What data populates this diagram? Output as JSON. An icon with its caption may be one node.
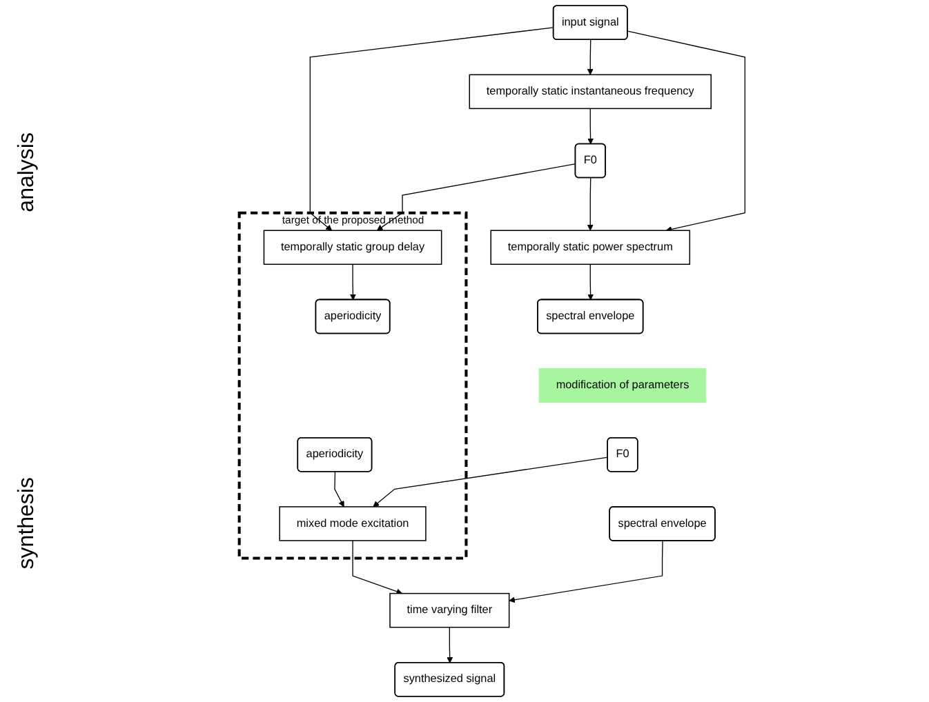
{
  "diagram": {
    "nodes": [
      {
        "text": [
          "input signal"
        ]
      },
      {
        "text": [
          "target of the proposed method"
        ]
      },
      {
        "text": [
          "temporally static group delay"
        ],
        "in": 1
      },
      {
        "text": [
          "temporally static instantaneous frequency"
        ]
      },
      {
        "text": [
          "temporally static power spectrum"
        ]
      },
      {
        "text": [
          "aperiodicity"
        ],
        "in": 1
      },
      {
        "text": [
          "F0"
        ]
      },
      {
        "text": [
          "spectral envelope"
        ]
      },
      {
        "text": [
          "modification of parameters"
        ]
      },
      {
        "text": [
          "aperiodicity"
        ],
        "in": 1
      },
      {
        "text": [
          "F0"
        ]
      },
      {
        "text": [
          "spectral envelope"
        ]
      },
      {
        "text": [
          "mixed mode excitation"
        ],
        "in": 1
      },
      {
        "text": [
          "time varying filter"
        ]
      },
      {
        "text": [
          "synthesized signal"
        ]
      }
    ],
    "edges": [
      {
        "from": 0,
        "to": 2,
        "arrow": "to"
      },
      {
        "from": 0,
        "to": 3,
        "arrow": "to"
      },
      {
        "from": 0,
        "to": 4,
        "arrow": "to"
      },
      {
        "from": 2,
        "to": 5,
        "arrow": "to"
      },
      {
        "from": 3,
        "to": 6,
        "arrow": "to"
      },
      {
        "from": 6,
        "to": 2,
        "arrow": "to"
      },
      {
        "from": 6,
        "to": 4,
        "arrow": "to"
      },
      {
        "from": 4,
        "to": 7,
        "arrow": "to"
      },
      {
        "from": 9,
        "to": 12,
        "arrow": "to"
      },
      {
        "from": 10,
        "to": 12,
        "arrow": "to"
      },
      {
        "from": 11,
        "to": 13,
        "arrow": "to"
      },
      {
        "from": 12,
        "to": 13,
        "arrow": "to"
      },
      {
        "from": 13,
        "to": 14,
        "arrow": "to"
      }
    ],
    "labels": [
      "analysis",
      "synthesis"
    ]
  }
}
